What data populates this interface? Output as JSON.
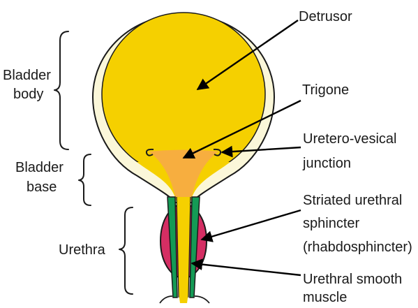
{
  "labels": {
    "bladder_body_line1": "Bladder",
    "bladder_body_line2": "body",
    "bladder_base_line1": "Bladder",
    "bladder_base_line2": "base",
    "urethra": "Urethra",
    "detrusor": "Detrusor",
    "trigone": "Trigone",
    "uvj_line1": "Uretero-vesical",
    "uvj_line2": "junction",
    "striated_line1": "Striated urethral",
    "striated_line2": "sphincter",
    "striated_line3": "(rhabdosphincter)",
    "smooth_line1": "Urethral smooth",
    "smooth_line2": "muscle"
  },
  "colors": {
    "bladder_fill": "#f5d000",
    "bladder_wall": "#fbf7d9",
    "trigone": "#f7ae3f",
    "smooth_muscle": "#149a55",
    "rhabdosphincter": "#d42e63",
    "outline": "#1a1a1a"
  }
}
